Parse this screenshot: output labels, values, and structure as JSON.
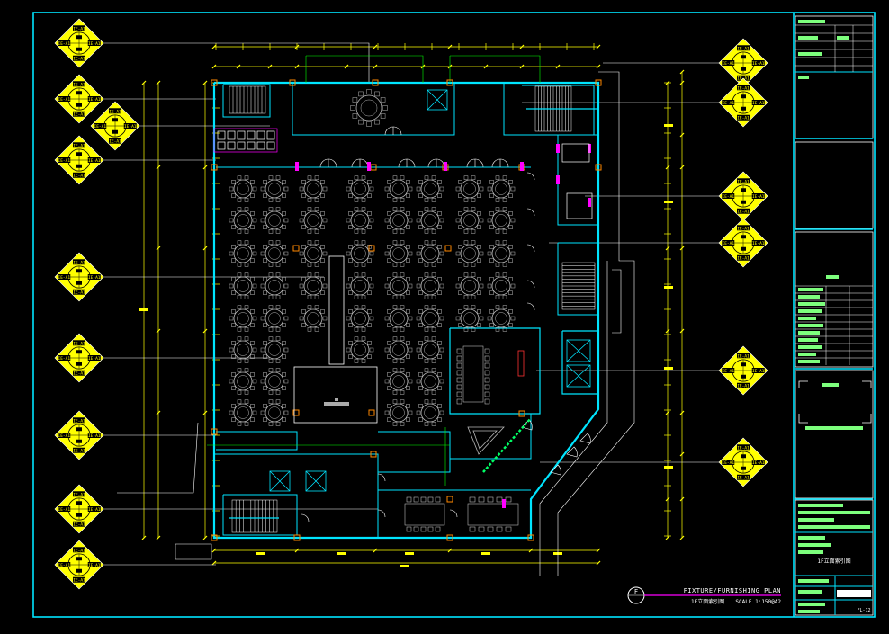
{
  "drawing": {
    "title": "FIXTURE/FURNISHING PLAN",
    "subtitle": "1F立面索引图",
    "scale": "SCALE 1:150@A2",
    "symbol": "F"
  },
  "title_block": {
    "sheet_name": "1F立面索引图",
    "sheet_number": "FL-12"
  },
  "index_tag": {
    "label": "IE-A1"
  },
  "colors": {
    "background": "#000000",
    "frame": "#00e5ff",
    "wall": "#00e5ff",
    "furniture": "#b8b8b8",
    "dimension": "#ffff00",
    "tag": "#ffff00",
    "leader": "#ffffff",
    "door": "#ffffff",
    "fixture": "#ff00ff",
    "column": "#ff8800",
    "grid": "#00ff00"
  }
}
